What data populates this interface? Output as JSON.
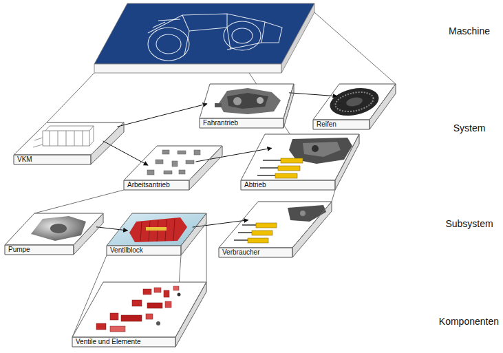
{
  "diagram": {
    "nodes": [
      {
        "text": [
          "Fahrantrieb"
        ]
      },
      {
        "text": [
          "Reifen"
        ]
      },
      {
        "text": [
          "VKM"
        ]
      },
      {
        "text": [
          "Arbeitsantrieb"
        ]
      },
      {
        "text": [
          "Abtrieb"
        ]
      },
      {
        "text": [
          "Pumpe"
        ]
      },
      {
        "text": [
          "Ventilblock"
        ]
      },
      {
        "text": [
          "Verbraucher"
        ]
      },
      {
        "text": [
          "Ventile und Elemente"
        ]
      }
    ],
    "edges": [
      {
        "from": 2,
        "to": 0,
        "arrow": "to"
      },
      {
        "from": 2,
        "to": 3,
        "arrow": "to"
      },
      {
        "from": 0,
        "to": 1,
        "arrow": "to"
      },
      {
        "from": 3,
        "to": 4,
        "arrow": "to"
      },
      {
        "from": 5,
        "to": 6,
        "arrow": "to"
      },
      {
        "from": 6,
        "to": 7,
        "arrow": "to"
      }
    ],
    "labels": [
      "Maschine",
      "System",
      "Subsystem",
      "Komponenten"
    ]
  }
}
